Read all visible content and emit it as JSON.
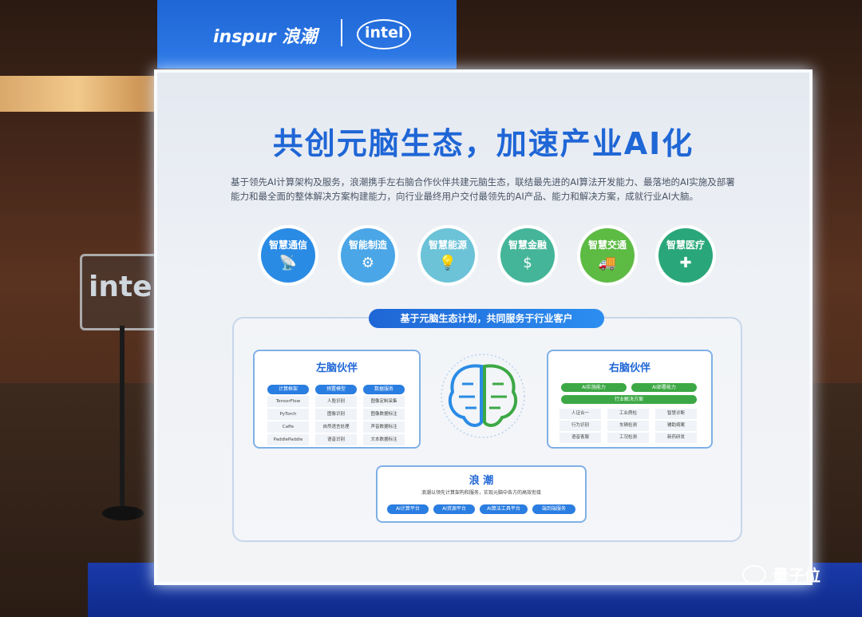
{
  "banner": {
    "brand_latin": "inspur 浪潮",
    "partner": "intel"
  },
  "side_sign": "intel",
  "board": {
    "title": "共创元脑生态，加速产业AI化",
    "description": "基于领先AI计算架构及服务，浪潮携手左右脑合作伙伴共建元脑生态，联结最先进的AI算法开发能力、最落地的AI实施及部署能力和最全面的整体解决方案构建能力，向行业最终用户交付最领先的AI产品、能力和解决方案，成就行业AI大脑。",
    "categories": [
      {
        "label": "智慧通信",
        "icon": "antenna-icon",
        "color": "#2a8be5"
      },
      {
        "label": "智能制造",
        "icon": "gears-icon",
        "color": "#4aa6e6"
      },
      {
        "label": "智慧能源",
        "icon": "bulb-icon",
        "color": "#6cc3d8"
      },
      {
        "label": "智慧金融",
        "icon": "coin-hand-icon",
        "color": "#45b59a"
      },
      {
        "label": "智慧交通",
        "icon": "truck-icon",
        "color": "#5dbb44"
      },
      {
        "label": "智慧医疗",
        "icon": "hospital-icon",
        "color": "#2aa77a"
      }
    ],
    "center_pill": "基于元脑生态计划，共同服务于行业客户",
    "left_partner": {
      "title": "左脑伙伴",
      "columns": [
        {
          "header": "计算框架",
          "items": [
            "TensorFlow",
            "PyTorch",
            "Caffe",
            "PaddlePaddle"
          ]
        },
        {
          "header": "预置模型",
          "items": [
            "人脸识别",
            "图像识别",
            "自然语言处理",
            "语音识别"
          ]
        },
        {
          "header": "数据服务",
          "items": [
            "图像定制采集",
            "图像数据标注",
            "声音数据标注",
            "文本数据标注"
          ]
        }
      ]
    },
    "right_partner": {
      "title": "右脑伙伴",
      "tags": [
        "AI实施能力",
        "AI部署能力"
      ],
      "solution_label": "行业解决方案",
      "grid": [
        [
          "人证合一",
          "工业质检",
          "智慧诊断"
        ],
        [
          "行为识别",
          "车辆检测",
          "辅助病案"
        ],
        [
          "语音客服",
          "工况检测",
          "新药研发"
        ]
      ]
    },
    "inspur": {
      "title": "浪 潮",
      "desc": "浪潮以领先计算架构和服务，实现元脑中各方的高效衔接",
      "pills": [
        "AI计算平台",
        "AI资源平台",
        "AI算法工具平台",
        "端到端服务"
      ]
    }
  },
  "watermark": "量子位"
}
